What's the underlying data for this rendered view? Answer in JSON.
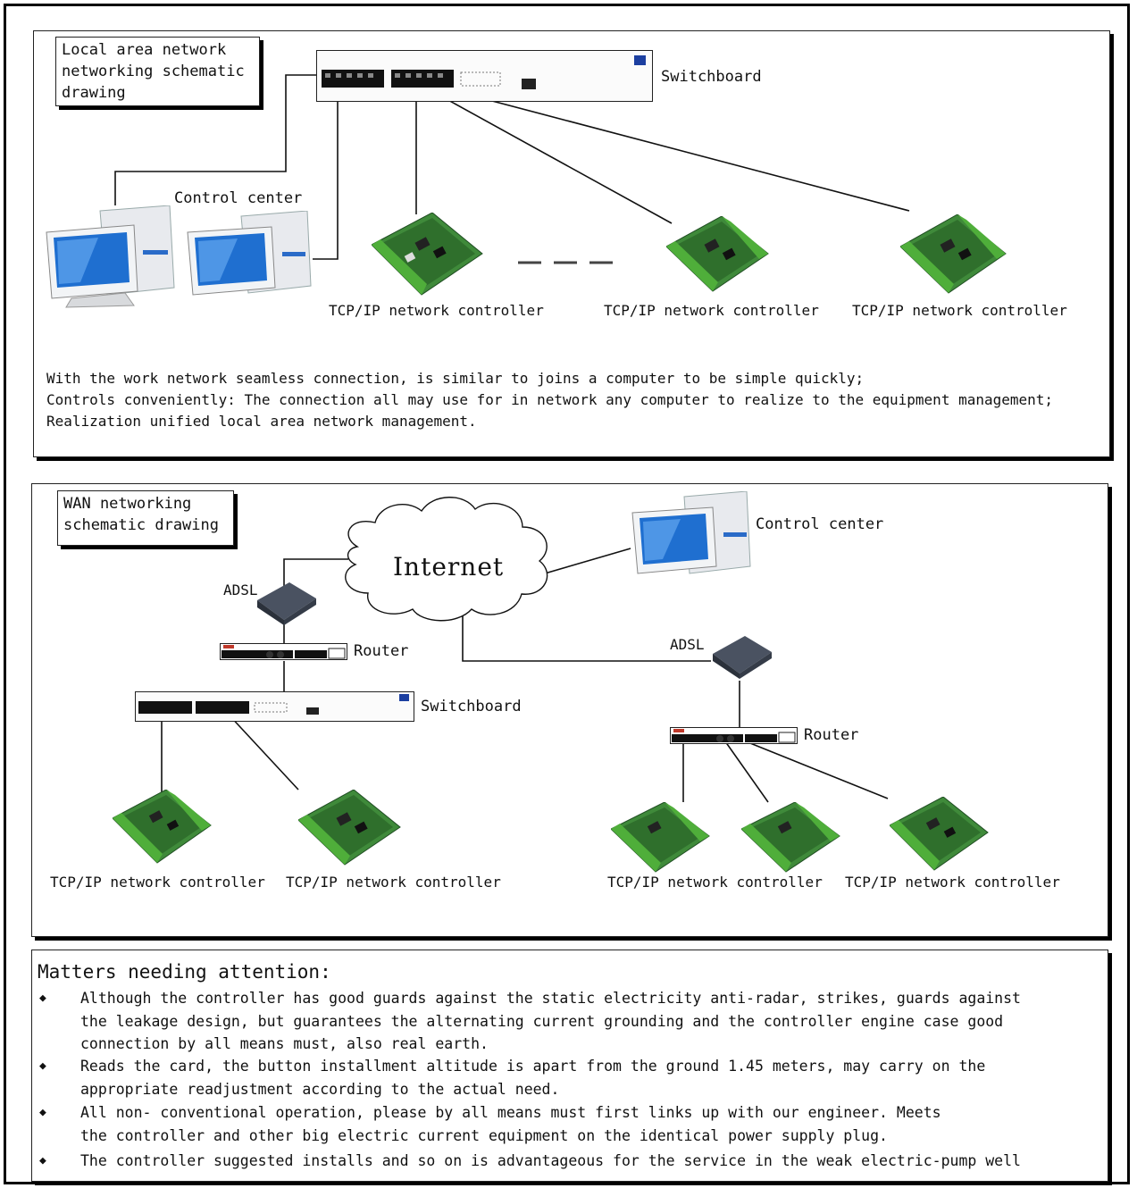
{
  "lan": {
    "title": "Local area network\nnetworking schematic\ndrawing",
    "switchboard": "Switchboard",
    "control_center": "Control center",
    "controller_label": "TCP/IP network controller",
    "description": [
      "With the work network seamless connection, is similar to joins a computer to be simple quickly;",
      "Controls conveniently: The connection all may use for in network any computer to realize to the equipment management;",
      "Realization unified local area network management."
    ]
  },
  "wan": {
    "title": "WAN networking\nschematic drawing",
    "internet": "Internet",
    "control_center": "Control center",
    "adsl": "ADSL",
    "router": "Router",
    "switchboard": "Switchboard",
    "controller_label": "TCP/IP network controller"
  },
  "notes": {
    "title": "Matters needing attention:",
    "bullet": "◆",
    "items": [
      "Although the controller has good guards against the static electricity anti-radar, strikes, guards against\nthe leakage design, but guarantees the alternating current grounding and the controller engine case good\nconnection by all means must, also real earth.",
      "Reads the card, the button installment altitude is apart from the ground 1.45 meters, may carry on the\nappropriate readjustment according to the actual need.",
      "All non- conventional operation, please by all means must first links up with our engineer. Meets\nthe controller and other big electric current equipment on the identical power supply plug.",
      "The controller suggested installs and so on is advantageous for the service in the weak electric-pump well"
    ]
  },
  "colors": {
    "board_green": "#3f8a3a",
    "board_dark": "#1f4d22",
    "terminal_green": "#4fae3a",
    "screen_blue": "#1f6fd0",
    "device_dark": "#3a4250"
  }
}
